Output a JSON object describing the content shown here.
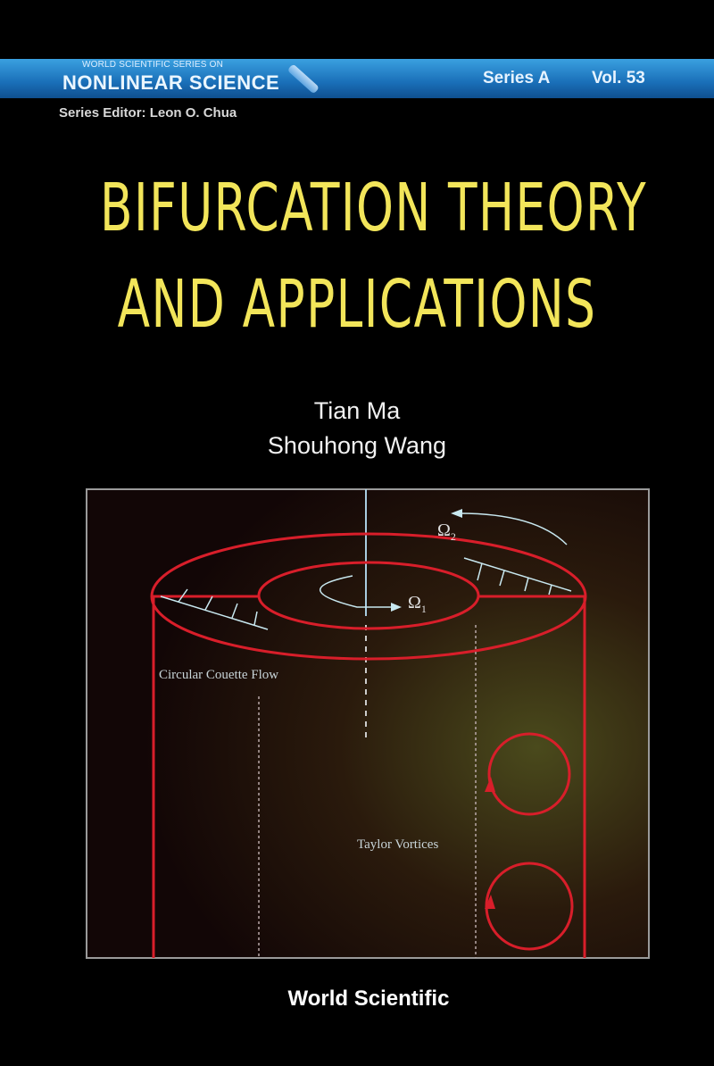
{
  "series": {
    "prefix": "WORLD SCIENTIFIC SERIES ON",
    "name": "NONLINEAR SCIENCE",
    "series_label": "Series A",
    "volume": "Vol. 53",
    "editor": "Series Editor: Leon O. Chua"
  },
  "title": {
    "line1": "BIFURCATION THEORY",
    "line2": "AND APPLICATIONS"
  },
  "authors": [
    "Tian Ma",
    "Shouhong Wang"
  ],
  "illustration": {
    "omega1": "Ω",
    "omega1_sub": "1",
    "omega2": "Ω",
    "omega2_sub": "2",
    "label_couette": "Circular Couette Flow",
    "label_taylor": "Taylor Vortices"
  },
  "publisher": "World Scientific",
  "colors": {
    "band": "#1a6fb8",
    "title": "#f2e55a",
    "diagram_lines": "#d81e2a",
    "background": "#000000"
  }
}
